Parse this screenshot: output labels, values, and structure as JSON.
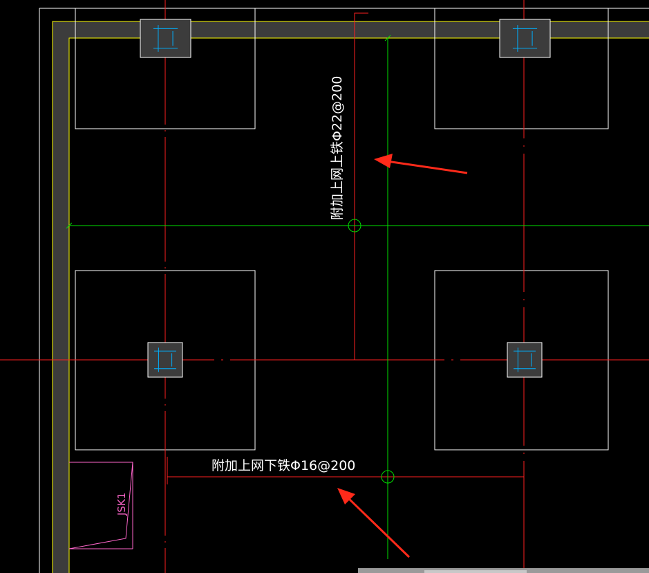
{
  "annotations": {
    "upper_rebar": "附加上网上铁Φ22@200",
    "lower_rebar": "附加上网下铁Φ16@200",
    "pit_label": "JSK1"
  },
  "colors": {
    "background": "#000000",
    "slab_outline": "#ffffff",
    "wall_fill": "#3c3c3c",
    "wall_edge": "#ffff00",
    "axis_line": "#ff2020",
    "rebar_line": "#00e000",
    "column_mark": "#00b0ff",
    "pit_outline": "#ff66cc",
    "arrow": "#ff2a1a"
  },
  "icons": [
    "column-marker-icon",
    "rebar-node-icon",
    "pointer-arrow-icon"
  ]
}
